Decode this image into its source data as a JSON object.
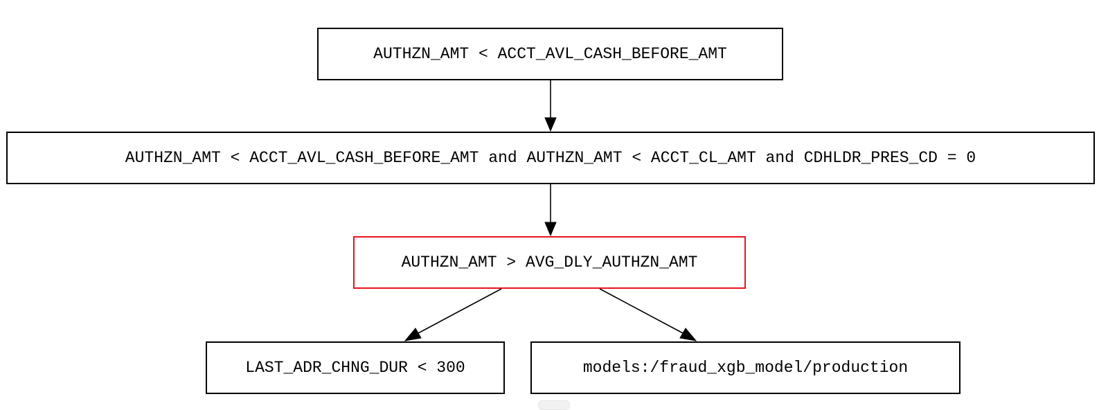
{
  "diagram": {
    "type": "decision-flow",
    "nodes": [
      {
        "id": "n1",
        "label": "AUTHZN_AMT < ACCT_AVL_CASH_BEFORE_AMT",
        "highlighted": false
      },
      {
        "id": "n2",
        "label": "AUTHZN_AMT < ACCT_AVL_CASH_BEFORE_AMT and AUTHZN_AMT < ACCT_CL_AMT and CDHLDR_PRES_CD = 0",
        "highlighted": false
      },
      {
        "id": "n3",
        "label": "AUTHZN_AMT > AVG_DLY_AUTHZN_AMT",
        "highlighted": true
      },
      {
        "id": "n4",
        "label": "LAST_ADR_CHNG_DUR < 300",
        "highlighted": false
      },
      {
        "id": "n5",
        "label": "models:/fraud_xgb_model/production",
        "highlighted": false
      }
    ],
    "edges": [
      {
        "from": "n1",
        "to": "n2"
      },
      {
        "from": "n2",
        "to": "n3"
      },
      {
        "from": "n3",
        "to": "n4"
      },
      {
        "from": "n3",
        "to": "n5"
      }
    ],
    "colors": {
      "border": "#000000",
      "highlight_border": "#e8141b",
      "background": "#ffffff",
      "text": "#000000"
    }
  }
}
